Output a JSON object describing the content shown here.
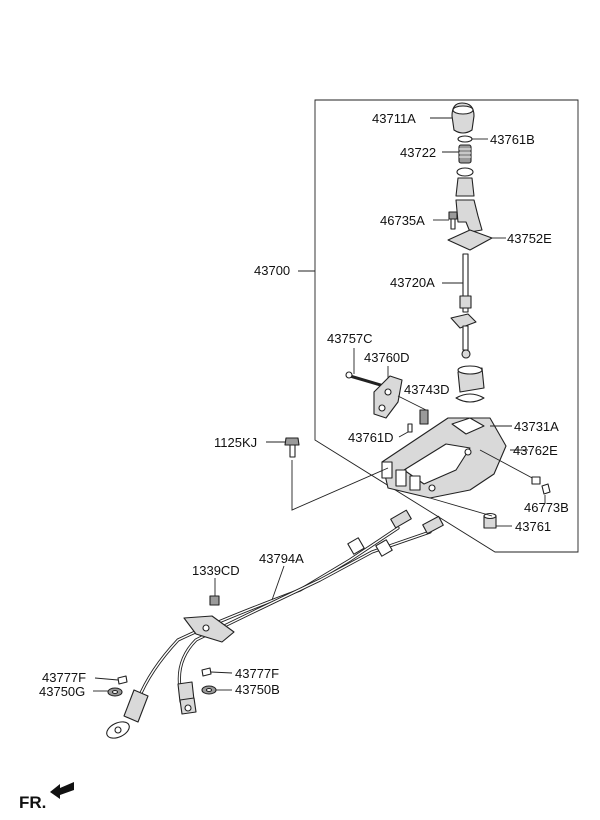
{
  "labels": {
    "p43711A": "43711A",
    "p43761B": "43761B",
    "p43722": "43722",
    "p46735A": "46735A",
    "p43752E": "43752E",
    "p43700": "43700",
    "p43720A": "43720A",
    "p43757C": "43757C",
    "p43760D": "43760D",
    "p43743D": "43743D",
    "p43731A": "43731A",
    "p1125KJ": "1125KJ",
    "p43761D": "43761D",
    "p43762E": "43762E",
    "p46773B": "46773B",
    "p43761": "43761",
    "p1339CD": "1339CD",
    "p43794A": "43794A",
    "p43777F_left": "43777F",
    "p43750G": "43750G",
    "p43777F_right": "43777F",
    "p43750B": "43750B"
  },
  "orientation": {
    "front_label": "FR."
  }
}
